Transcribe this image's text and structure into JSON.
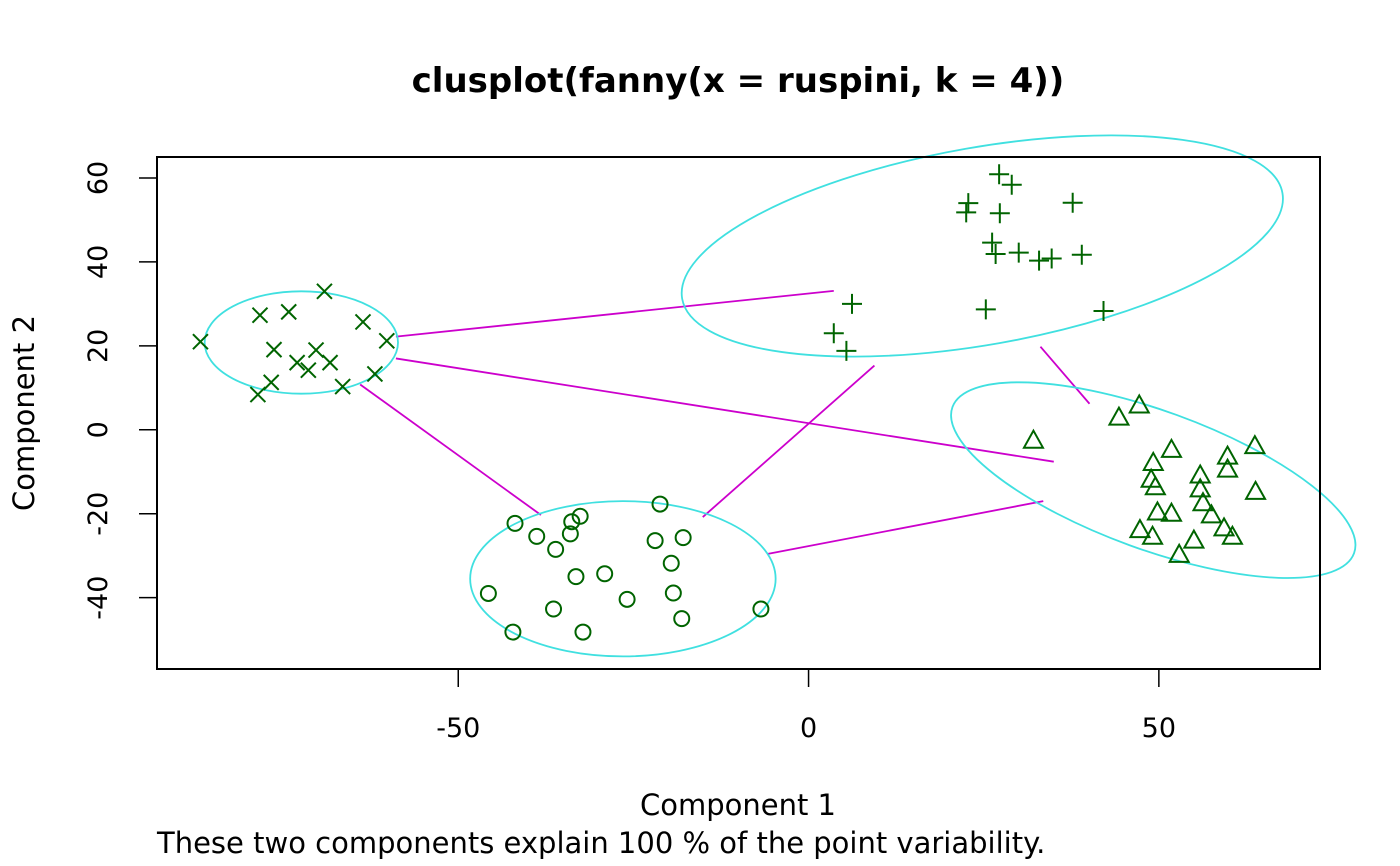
{
  "chart_data": {
    "type": "scatter",
    "title": "clusplot(fanny(x = ruspini, k = 4))",
    "xlabel": "Component 1",
    "ylabel": "Component 2",
    "subtitle": "These two components explain 100 % of the point variability.",
    "xlim": [
      -93,
      73
    ],
    "ylim": [
      -57,
      65
    ],
    "xticks": [
      -50,
      0,
      50
    ],
    "xtick_labels": [
      "-50",
      "0",
      "50"
    ],
    "yticks": [
      -40,
      -20,
      0,
      20,
      40,
      60
    ],
    "ytick_labels": [
      "-40",
      "-20",
      "0",
      "20",
      "40",
      "60"
    ],
    "grid": false,
    "colors": {
      "points": "#006400",
      "ellipse": "#40E0E0",
      "lines": "#CC00CC",
      "frame": "#000000"
    },
    "clusters": [
      {
        "marker": "cross",
        "ellipse": {
          "center": [
            -72.4,
            20.8
          ],
          "rx": 13.8,
          "ry": 12.2
        },
        "points": [
          [
            -86.8,
            21
          ],
          [
            -78.3,
            27.3
          ],
          [
            -74.2,
            28.1
          ],
          [
            -69.1,
            33
          ],
          [
            -63.6,
            25.7
          ],
          [
            -60.2,
            21.2
          ],
          [
            -76.3,
            19.1
          ],
          [
            -70.3,
            19
          ],
          [
            -73,
            16
          ],
          [
            -68.3,
            16
          ],
          [
            -71.4,
            14.2
          ],
          [
            -61.9,
            13.3
          ],
          [
            -66.5,
            10.3
          ],
          [
            -76.7,
            11.3
          ],
          [
            -78.6,
            8.4
          ]
        ]
      },
      {
        "marker": "plus",
        "ellipse": {
          "center": [
            24.8,
            43.8
          ],
          "rx": 43.5,
          "ry": 23.5,
          "angle": 10
        },
        "points": [
          [
            27.2,
            60.9
          ],
          [
            29,
            58.4
          ],
          [
            22.8,
            54
          ],
          [
            37.7,
            54.1
          ],
          [
            22.5,
            51.8
          ],
          [
            27.3,
            51.6
          ],
          [
            26.2,
            44.6
          ],
          [
            26.7,
            41.9
          ],
          [
            30,
            42.2
          ],
          [
            32.9,
            40.3
          ],
          [
            34.7,
            40.8
          ],
          [
            39,
            41.7
          ],
          [
            6.2,
            30
          ],
          [
            25.3,
            28.7
          ],
          [
            42.1,
            28.3
          ],
          [
            3.6,
            23
          ],
          [
            5.4,
            18.8
          ]
        ]
      },
      {
        "marker": "triangle",
        "ellipse": {
          "center": [
            49.2,
            -12
          ],
          "rx": 30.5,
          "ry": 16.5,
          "angle": -20
        },
        "points": [
          [
            47.2,
            5.8
          ],
          [
            44.3,
            2.9
          ],
          [
            32.1,
            -2.6
          ],
          [
            63.7,
            -3.9
          ],
          [
            51.8,
            -4.8
          ],
          [
            59.8,
            -6.4
          ],
          [
            49.2,
            -7.9
          ],
          [
            59.8,
            -9.5
          ],
          [
            55.9,
            -10.9
          ],
          [
            48.9,
            -11.9
          ],
          [
            49.5,
            -13.7
          ],
          [
            55.9,
            -14.2
          ],
          [
            63.8,
            -14.8
          ],
          [
            56.3,
            -17.5
          ],
          [
            57.5,
            -20.4
          ],
          [
            49.8,
            -19.7
          ],
          [
            51.8,
            -20
          ],
          [
            59.3,
            -23.5
          ],
          [
            60.5,
            -25.5
          ],
          [
            47.3,
            -23.9
          ],
          [
            49.1,
            -25.5
          ],
          [
            55,
            -26.4
          ],
          [
            52.9,
            -29.8
          ]
        ]
      },
      {
        "marker": "circle",
        "ellipse": {
          "center": [
            -26.5,
            -35.5
          ],
          "rx": 21.8,
          "ry": 18.5
        },
        "points": [
          [
            -21.2,
            -17.7
          ],
          [
            -32.6,
            -20.6
          ],
          [
            -33.8,
            -21.9
          ],
          [
            -41.9,
            -22.3
          ],
          [
            -38.8,
            -25.4
          ],
          [
            -34,
            -24.8
          ],
          [
            -21.9,
            -26.4
          ],
          [
            -17.9,
            -25.7
          ],
          [
            -36.1,
            -28.5
          ],
          [
            -19.6,
            -31.8
          ],
          [
            -29.1,
            -34.3
          ],
          [
            -33.2,
            -35
          ],
          [
            -19.3,
            -38.9
          ],
          [
            -45.7,
            -39
          ],
          [
            -25.9,
            -40.4
          ],
          [
            -36.4,
            -42.7
          ],
          [
            -6.8,
            -42.7
          ],
          [
            -18.1,
            -45
          ],
          [
            -42.2,
            -48.2
          ],
          [
            -32.2,
            -48.2
          ]
        ]
      }
    ],
    "connections": [
      {
        "from": [
          -58.9,
          22.2
        ],
        "to": [
          3.6,
          33.1
        ]
      },
      {
        "from": [
          -58.9,
          17
        ],
        "to": [
          35,
          -7.6
        ]
      },
      {
        "from": [
          -64,
          10.8
        ],
        "to": [
          -38.2,
          -20.3
        ]
      },
      {
        "from": [
          -15.1,
          -20.8
        ],
        "to": [
          9.4,
          15.3
        ]
      },
      {
        "from": [
          33.1,
          19.8
        ],
        "to": [
          40.1,
          6.2
        ]
      },
      {
        "from": [
          -5.9,
          -29.6
        ],
        "to": [
          33.5,
          -17
        ]
      }
    ]
  }
}
